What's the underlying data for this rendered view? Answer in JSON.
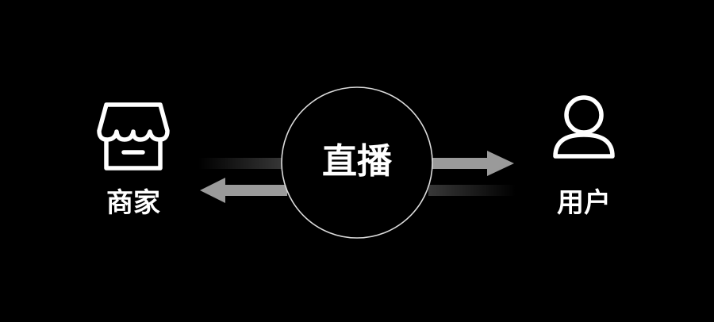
{
  "nodes": {
    "merchant": {
      "label": "商家",
      "icon": "storefront-icon"
    },
    "live": {
      "label": "直播"
    },
    "user": {
      "label": "用户",
      "icon": "user-icon"
    }
  },
  "colors": {
    "background": "#000000",
    "foreground": "#ffffff",
    "arrow": "#9a9a9a"
  }
}
